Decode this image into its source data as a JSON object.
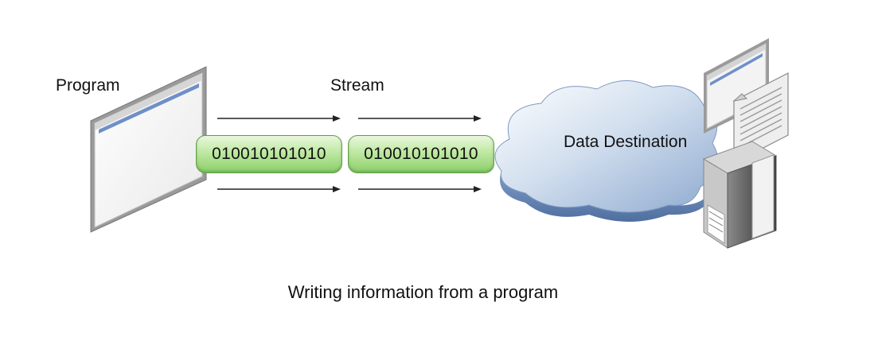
{
  "labels": {
    "program": "Program",
    "stream": "Stream",
    "destination": "Data Destination"
  },
  "packets": [
    "010010101010",
    "010010101010"
  ],
  "caption": "Writing information from a program",
  "colors": {
    "packet_green": "#9fd980",
    "cloud_blue": "#a9bfdc",
    "window_frame": "#8a8a8a",
    "arrow": "#222222"
  }
}
